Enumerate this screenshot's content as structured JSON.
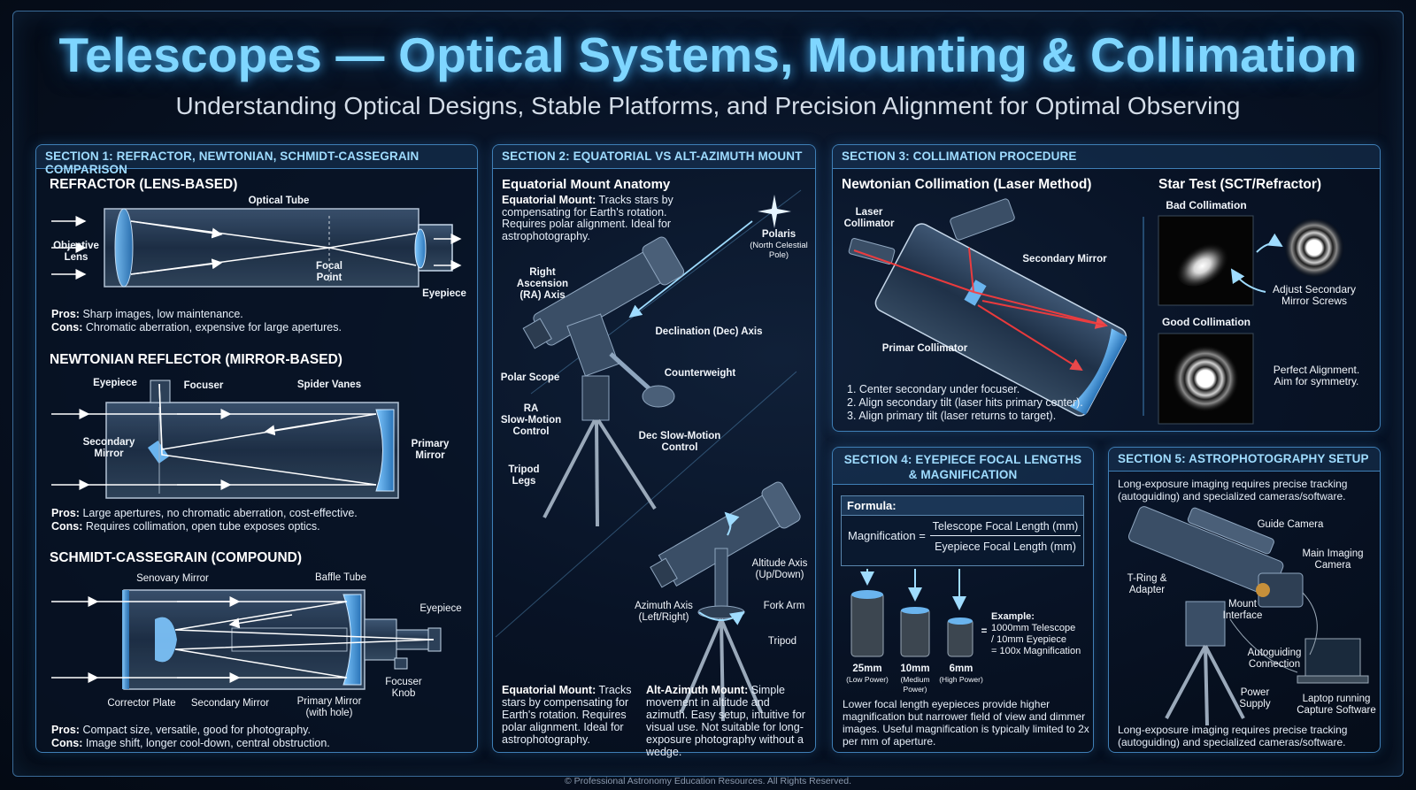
{
  "header": {
    "title": "Telescopes — Optical Systems, Mounting & Collimation",
    "subtitle": "Understanding Optical Designs, Stable Platforms, and Precision Alignment for Optimal Observing"
  },
  "s1": {
    "title": "SECTION 1: REFRACTOR, NEWTONIAN, SCHMIDT-CASSEGRAIN COMPARISON",
    "refractor": {
      "title": "REFRACTOR (LENS-BASED)",
      "optical_tube": "Optical Tube",
      "objective": "Objective\nLens",
      "focal": "Focal\nPoint",
      "eyepiece": "Eyepiece",
      "pros_k": "Pros:",
      "pros": "Sharp images, low maintenance.",
      "cons_k": "Cons:",
      "cons": "Chromatic aberration, expensive for large apertures."
    },
    "newtonian": {
      "title": "NEWTONIAN REFLECTOR (MIRROR-BASED)",
      "eyepiece": "Eyepiece",
      "focuser": "Focuser",
      "spider": "Spider Vanes",
      "secondary": "Secondary\nMirror",
      "primary": "Primary\nMirror",
      "pros_k": "Pros:",
      "pros": "Large apertures, no chromatic aberration, cost-effective.",
      "cons_k": "Cons:",
      "cons": "Requires collimation, open tube exposes optics."
    },
    "sct": {
      "title": "SCHMIDT-CASSEGRAIN (COMPOUND)",
      "senovary": "Senovary Mirror",
      "baffle": "Baffle Tube",
      "eyepiece": "Eyepiece",
      "focuser": "Focuser\nKnob",
      "corrector": "Corrector Plate",
      "secondary": "Secondary Mirror",
      "primary": "Primary Mirror\n(with hole)",
      "pros_k": "Pros:",
      "pros": "Compact size, versatile, good for photography.",
      "cons_k": "Cons:",
      "cons": "Image shift, longer cool-down, central obstruction."
    }
  },
  "s2": {
    "title": "SECTION 2: EQUATORIAL VS ALT-AZIMUTH MOUNT",
    "anatomy": "Equatorial Mount Anatomy",
    "eq_k": "Equatorial Mount:",
    "eq_text": "Tracks stars by compensating for Earth's rotation. Requires polar alignment. Ideal for astrophotography.",
    "polaris": "Polaris",
    "polaris_sub": "(North Celestial\nPole)",
    "ra_axis": "Right Ascension\n(RA) Axis",
    "dec_axis": "Declination (Dec) Axis",
    "polar_scope": "Polar Scope",
    "counterweight": "Counterweight",
    "ra_control": "RA\nSlow-Motion\nControl",
    "dec_control": "Dec Slow-Motion\nControl",
    "legs": "Tripod\nLegs",
    "alt_axis": "Altitude Axis\n(Up/Down)",
    "az_axis": "Azimuth Axis\n(Left/Right)",
    "fork": "Fork Arm",
    "tripod": "Tripod",
    "eq_bottom_k": "Equatorial Mount:",
    "eq_bottom": "Tracks stars by compensating for Earth's rotation. Requires polar alignment. Ideal for astrophotography.",
    "alt_bottom_k": "Alt-Azimuth Mount:",
    "alt_bottom": "Simple movement in altitude and azimuth. Easy setup, intuitive for visual use. Not suitable for long-exposure photography without a wedge."
  },
  "s3": {
    "title": "SECTION 3: COLLIMATION PROCEDURE",
    "newt_title": "Newtonian Collimation (Laser Method)",
    "laser": "Laser\nCollimator",
    "secondary": "Secondary Mirror",
    "primar": "Primar Collimator",
    "steps": [
      "1. Center secondary under focuser.",
      "2. Align secondary tilt (laser hits primary center).",
      "3. Align primary tilt (laser returns to target)."
    ],
    "star_title": "Star Test (SCT/Refractor)",
    "bad": "Bad Collimation",
    "adjust": "Adjust Secondary\nMirror Screws",
    "good": "Good Collimation",
    "perfect": "Perfect Alignment.\nAim for symmetry."
  },
  "s4": {
    "title": "SECTION 4: EYEPIECE FOCAL LENGTHS\n& MAGNIFICATION",
    "formula_head": "Formula:",
    "mag": "Magnification =",
    "num": "Telescope Focal Length (mm)",
    "den": "Eyepiece Focal Length (mm)",
    "eyepieces": [
      {
        "mm": "25mm",
        "power": "(Low Power)"
      },
      {
        "mm": "10mm",
        "power": "(Medium\nPower)"
      },
      {
        "mm": "6mm",
        "power": "(High Power)"
      }
    ],
    "example_k": "Example:",
    "example": "1000mm Telescope\n/ 10mm Eyepiece\n= 100x Magnification",
    "note": "Lower focal length eyepieces provide higher magnification but narrower field of view and dimmer images. Useful magnification is typically limited to 2x per mm of aperture."
  },
  "s5": {
    "title": "SECTION 5: ASTROPHOTOGRAPHY SETUP",
    "intro": "Long-exposure imaging requires precise tracking (autoguiding) and specialized cameras/software.",
    "guide": "Guide Camera",
    "main_cam": "Main Imaging\nCamera",
    "tring": "T-Ring &\nAdapter",
    "mount": "Mount\nInterface",
    "autoguide": "Autoguiding\nConnection",
    "power": "Power\nSupply",
    "laptop": "Laptop running\nCapture Software",
    "outro": "Long-exposure imaging requires precise tracking (autoguiding) and specialized cameras/software."
  },
  "footer": "© Professional Astronomy Education Resources. All Rights Reserved.",
  "colors": {
    "accent": "#7fd6ff",
    "border": "#3f7fb6",
    "beam": "#ff3b3b"
  }
}
